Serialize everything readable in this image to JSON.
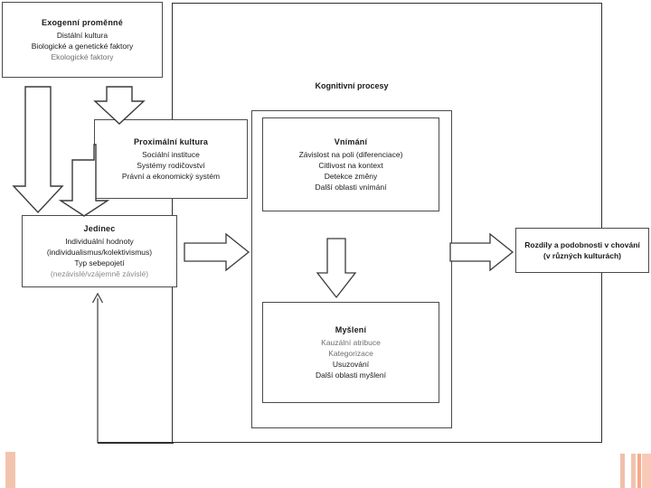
{
  "diagram": {
    "title_heading": "Kognitivní procesy",
    "boxes": {
      "exogenous": {
        "title": "Exogenní proměnné",
        "lines": [
          "Distální kultura",
          "Biologické a genetické faktory",
          "Ekologické faktory"
        ]
      },
      "proximal": {
        "title": "Proximální kultura",
        "lines": [
          "Sociální instituce",
          "Systémy rodičovství",
          "Právní a ekonomický systém"
        ]
      },
      "individual": {
        "title": "Jedinec",
        "lines": [
          "Individuální hodnoty",
          "(individualismus/kolektivismus)",
          "Typ sebepojetí",
          "(nezávislé/vzájemně závislé)"
        ]
      },
      "perception": {
        "title": "Vnímání",
        "lines": [
          "Závislost na poli (diferenciace)",
          "Citlivost na kontext",
          "Detekce změny",
          "Další oblasti vnímání"
        ]
      },
      "thinking": {
        "title": "Myšlení",
        "lines": [
          "Kauzální atribuce",
          "Kategorizace",
          "Usuzování",
          "Další oblasti myšlení"
        ]
      },
      "outcome": {
        "title": "",
        "lines": [
          "Rozdíly a podobnosti v chování",
          "(v různých kulturách)"
        ]
      }
    },
    "arrows": {
      "exogenous_to_individual": "down-block-arrow",
      "exogenous_to_proximal": "down-block-arrow",
      "proximal_to_individual": "elbow-down-block-arrow",
      "individual_to_cognitive": "right-block-arrow",
      "perception_to_thinking": "down-block-arrow",
      "cognitive_to_outcome": "right-block-arrow",
      "feedback_outcome_to_individual": "thin-line-arrow"
    },
    "colors": {
      "stroke": "#2e2e2e",
      "box_border": "#4a4a4a",
      "text": "#1a1a1a",
      "faint_text": "#6f6f6f",
      "background": "#ffffff",
      "decoration": "#f2c4ae"
    }
  }
}
